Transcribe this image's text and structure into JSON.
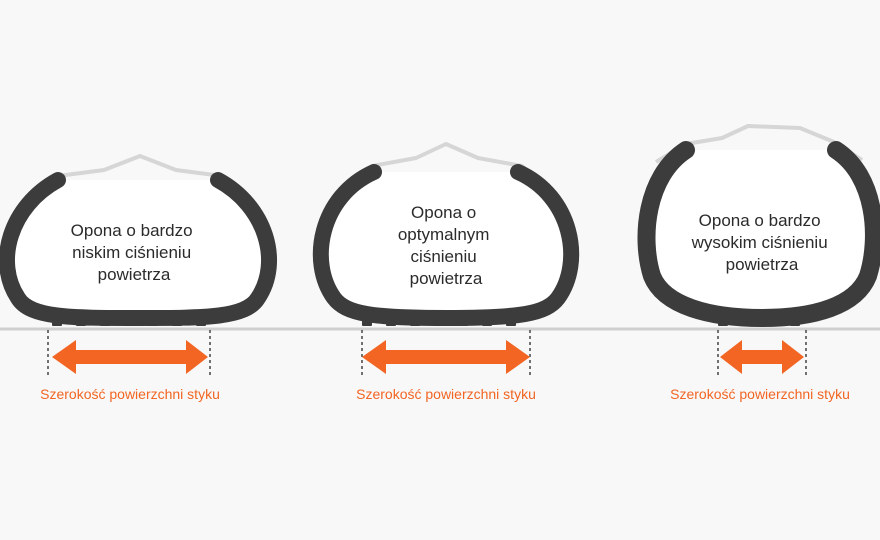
{
  "colors": {
    "background": "#f8f8f8",
    "tire_body": "#3c3c3c",
    "rim": "#d6d6d6",
    "ground_line": "#cfcfcf",
    "arrow": "#f26522",
    "caption_text": "#f26522",
    "label_text": "#2b2b2b"
  },
  "tires": [
    {
      "id": "low",
      "label_lines": [
        "Opona o bardzo",
        "niskim ciśnieniu",
        "powietrza"
      ],
      "caption": "Szerokość powierzchni styku"
    },
    {
      "id": "optimal",
      "label_lines": [
        "Opona o",
        "optymalnym",
        "ciśnieniu",
        "powietrza"
      ],
      "caption": "Szerokość powierzchni styku"
    },
    {
      "id": "high",
      "label_lines": [
        "Opona o bardzo",
        "wysokim ciśnieniu",
        "powietrza"
      ],
      "caption": "Szerokość powierzchni styku"
    }
  ]
}
